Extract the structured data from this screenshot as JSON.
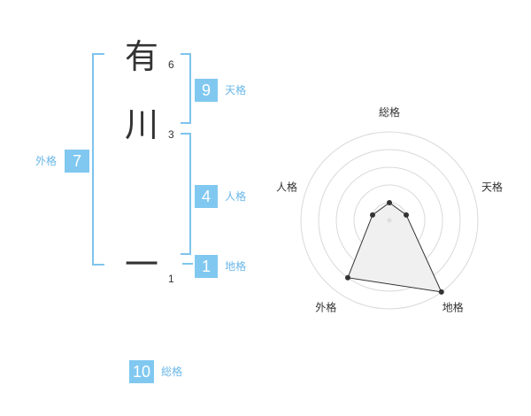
{
  "name": {
    "chars": [
      {
        "char": "有",
        "strokes": "6"
      },
      {
        "char": "川",
        "strokes": "3"
      },
      {
        "char": "一",
        "strokes": "1"
      }
    ]
  },
  "fortune": {
    "tenkaku": {
      "value": "9",
      "label": "天格"
    },
    "jinkaku": {
      "value": "4",
      "label": "人格"
    },
    "chikaku": {
      "value": "1",
      "label": "地格"
    },
    "gaikaku": {
      "value": "7",
      "label": "外格"
    },
    "soukaku": {
      "value": "10",
      "label": "総格"
    }
  },
  "chart_data": {
    "type": "radar",
    "axes": [
      "総格",
      "天格",
      "地格",
      "外格",
      "人格"
    ],
    "values": [
      1,
      1,
      5,
      4,
      1
    ],
    "rings": 5,
    "fill_color": "#f0f0f0",
    "colors": {
      "badge": "#80c8f0",
      "bracket": "#7ec4ee",
      "label": "#6ab7e8"
    }
  }
}
